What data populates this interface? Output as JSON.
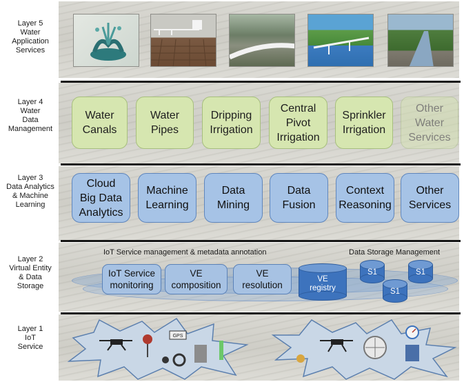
{
  "layers": [
    {
      "id": "layer5",
      "label": "Layer 5\nWater\nApplication\nServices"
    },
    {
      "id": "layer4",
      "label": "Layer 4\nWater\nData\nManagement"
    },
    {
      "id": "layer3",
      "label": "Layer 3\nData Analytics\n& Machine\nLearning"
    },
    {
      "id": "layer2",
      "label": "Layer 2\nVirtual Entity\n& Data\nStorage"
    },
    {
      "id": "layer1",
      "label": "Layer 1\nIoT\nService"
    }
  ],
  "water_data_management": [
    "Water\nCanals",
    "Water\nPipes",
    "Dripping\nIrrigation",
    "Central\nPivot\nIrrigation",
    "Sprinkler\nIrrigation",
    "Other\nWater\nServices"
  ],
  "data_analytics": [
    "Cloud\nBig Data\nAnalytics",
    "Machine\nLearning",
    "Data\nMining",
    "Data\nFusion",
    "Context\nReasoning",
    "Other\nServices"
  ],
  "virtual_entity": {
    "iot_note": "IoT Service management & metadata annotation",
    "storage_note": "Data Storage Management",
    "boxes": [
      "IoT Service\nmonitoring",
      "VE\ncomposition",
      "VE\nresolution"
    ],
    "registry": "VE\nregistry",
    "storage": [
      "S1",
      "S1",
      "S1"
    ]
  },
  "iot_devices": {
    "gps_label": "GPS"
  },
  "colors": {
    "green_box": "#d6e6b0",
    "blue_box": "#a6c3e6",
    "cylinder": "#3d73bd",
    "separator": "#151515"
  }
}
